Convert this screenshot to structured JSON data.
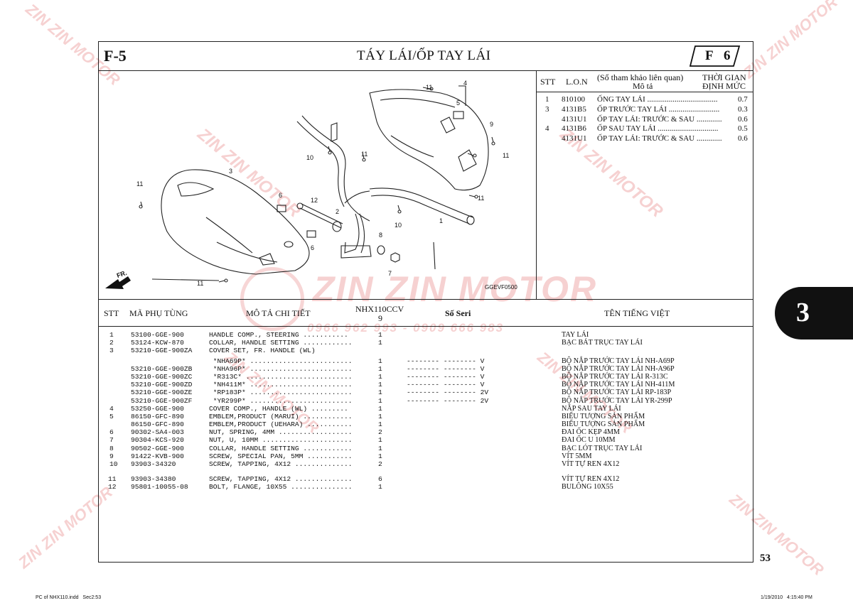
{
  "header": {
    "section_code": "F-5",
    "title": "TÁY LÁI/ỐP TAY LÁI",
    "badge_letter": "F",
    "badge_number": "6"
  },
  "ref_table": {
    "headers": {
      "stt": "STT",
      "lon": "L.O.N",
      "desc_top": "(Số tham khảo liên quan)",
      "desc_bottom": "Mô tả",
      "time_top": "THỜI GIAN",
      "time_bottom": "ĐỊNH MỨC"
    },
    "rows": [
      {
        "stt": "1",
        "lon": "810100",
        "desc": "ỐNG TAY LÁI ....................................",
        "time": "0.7"
      },
      {
        "stt": "3",
        "lon": "4131B5",
        "desc": "ỐP TRƯỚC TAY LÁI ..........................",
        "time": "0.3"
      },
      {
        "stt": "",
        "lon": "4131U1",
        "desc": "ỐP TAY LÁI: TRƯỚC & SAU .............",
        "time": "0.6"
      },
      {
        "stt": "4",
        "lon": "4131B6",
        "desc": "ỐP SAU TAY LÁI ...............................",
        "time": "0.5"
      },
      {
        "stt": "",
        "lon": "4131U1",
        "desc": "ỐP TAY LÁI: TRƯỚC & SAU .............",
        "time": "0.6"
      }
    ]
  },
  "diagram": {
    "code": "GGEVF0500",
    "fr_label": "FR.",
    "callouts": [
      "1",
      "2",
      "3",
      "4",
      "5",
      "6",
      "6",
      "7",
      "8",
      "9",
      "10",
      "10",
      "11",
      "11",
      "11",
      "11",
      "11",
      "12",
      "11"
    ]
  },
  "parts_table": {
    "headers": {
      "stt": "STT",
      "part_no": "MÃ PHỤ TÙNG",
      "desc": "MÔ TẢ CHI TIẾT",
      "model_top": "NHX110CCV",
      "model_bottom": "9",
      "serial": "Số Seri",
      "vietnamese": "TÊN TIẾNG VIỆT"
    },
    "rows": [
      {
        "stt": "1",
        "part": "53100-GGE-900",
        "desc": "HANDLE COMP., STEERING ...........",
        "qty": "1",
        "serial": "",
        "vn": "TAY LÁI"
      },
      {
        "stt": "2",
        "part": "53124-KCW-870",
        "desc": "COLLAR, HANDLE SETTING ............",
        "qty": "1",
        "serial": "",
        "vn": "BẠC BÁT TRỤC TAY LÁI"
      },
      {
        "stt": "3",
        "part": "53210-GGE-900ZA",
        "desc": "COVER SET, FR. HANDLE (WL)",
        "qty": "",
        "serial": "",
        "vn": ""
      },
      {
        "stt": "",
        "part": "",
        "desc": " *NHA69P* .........................",
        "qty": "1",
        "serial": "-------- -------- V",
        "vn": "BỘ NẮP TRƯỚC TAY LÁI NH-A69P"
      },
      {
        "stt": "",
        "part": "53210-GGE-900ZB",
        "desc": " *NHA96P* .........................",
        "qty": "1",
        "serial": "-------- -------- V",
        "vn": "BỘ NẮP TRƯỚC TAY LÁI NH-A96P"
      },
      {
        "stt": "",
        "part": "53210-GGE-900ZC",
        "desc": " *R313C* ..........................",
        "qty": "1",
        "serial": "-------- -------- V",
        "vn": "BỘ NẮP TRƯỚC TAY LÁI R-313C"
      },
      {
        "stt": "",
        "part": "53210-GGE-900ZD",
        "desc": " *NH411M* .........................",
        "qty": "1",
        "serial": "-------- -------- V",
        "vn": "BỘ NẮP TRƯỚC TAY LÁI NH-411M"
      },
      {
        "stt": "",
        "part": "53210-GGE-900ZE",
        "desc": " *RP183P* .........................",
        "qty": "1",
        "serial": "-------- -------- 2V",
        "vn": "BỘ NẮP TRƯỚC TAY LÁI RP-183P"
      },
      {
        "stt": "",
        "part": "53210-GGE-900ZF",
        "desc": " *YR299P* .........................",
        "qty": "1",
        "serial": "-------- -------- 2V",
        "vn": "BỘ NẮP TRƯỚC TAY LÁI YR-299P"
      },
      {
        "stt": "4",
        "part": "53250-GGE-900",
        "desc": "COVER COMP., HANDLE (WL) .........",
        "qty": "1",
        "serial": "",
        "vn": "NẮP SAU TAY LÁI"
      },
      {
        "stt": "5",
        "part": "86150-GFC-890",
        "desc": "EMBLEM,PRODUCT (MARUI) ............",
        "qty": "1",
        "serial": "",
        "vn": "BIỂU TƯỢNG SẢN PHẨM"
      },
      {
        "stt": "",
        "part": "86150-GFC-890",
        "desc": "EMBLEM,PRODUCT (UEHARA) ...........",
        "qty": "1",
        "serial": "",
        "vn": "BIỂU TƯỢNG SẢN PHẨM"
      },
      {
        "stt": "6",
        "part": "90302-SA4-003",
        "desc": "NUT, SPRING, 4MM ..................",
        "qty": "2",
        "serial": "",
        "vn": "ĐAI ỐC KẸP 4MM"
      },
      {
        "stt": "7",
        "part": "90304-KCS-920",
        "desc": "NUT, U, 10MM ......................",
        "qty": "1",
        "serial": "",
        "vn": "ĐAI ỐC U 10MM"
      },
      {
        "stt": "8",
        "part": "90502-GGE-900",
        "desc": "COLLAR, HANDLE SETTING ............",
        "qty": "1",
        "serial": "",
        "vn": "BẠC LÓT TRỤC TAY LÁI"
      },
      {
        "stt": "9",
        "part": "91422-KVB-900",
        "desc": "SCREW, SPECIAL PAN, 5MM ...........",
        "qty": "1",
        "serial": "",
        "vn": "VÍT 5MM"
      },
      {
        "stt": "10",
        "part": "93903-34320",
        "desc": "SCREW, TAPPING, 4X12 ..............",
        "qty": "2",
        "serial": "",
        "vn": "VÍT TỰ REN 4X12"
      },
      {
        "stt": "11",
        "part": "93903-34380",
        "desc": "SCREW, TAPPING, 4X12 ..............",
        "qty": "6",
        "serial": "",
        "vn": "VÍT TỰ REN 4X12"
      },
      {
        "stt": "12",
        "part": "95801-10055-08",
        "desc": "BOLT, FLANGE, 10X55 ...............",
        "qty": "1",
        "serial": "",
        "vn": "BULÔNG 10X55"
      }
    ]
  },
  "page_number": "53",
  "side_tab": "3",
  "footer": {
    "left": "PC of NHX110.indd   Sec2:53",
    "right": "1/19/2010   4:15:40 PM"
  },
  "watermark": {
    "brand": "ZIN ZIN MOTOR",
    "phone": "0966 962 993 - 0909 666 983"
  },
  "colors": {
    "watermark": "#dc4646",
    "frame": "#222222",
    "tab": "#111111"
  }
}
